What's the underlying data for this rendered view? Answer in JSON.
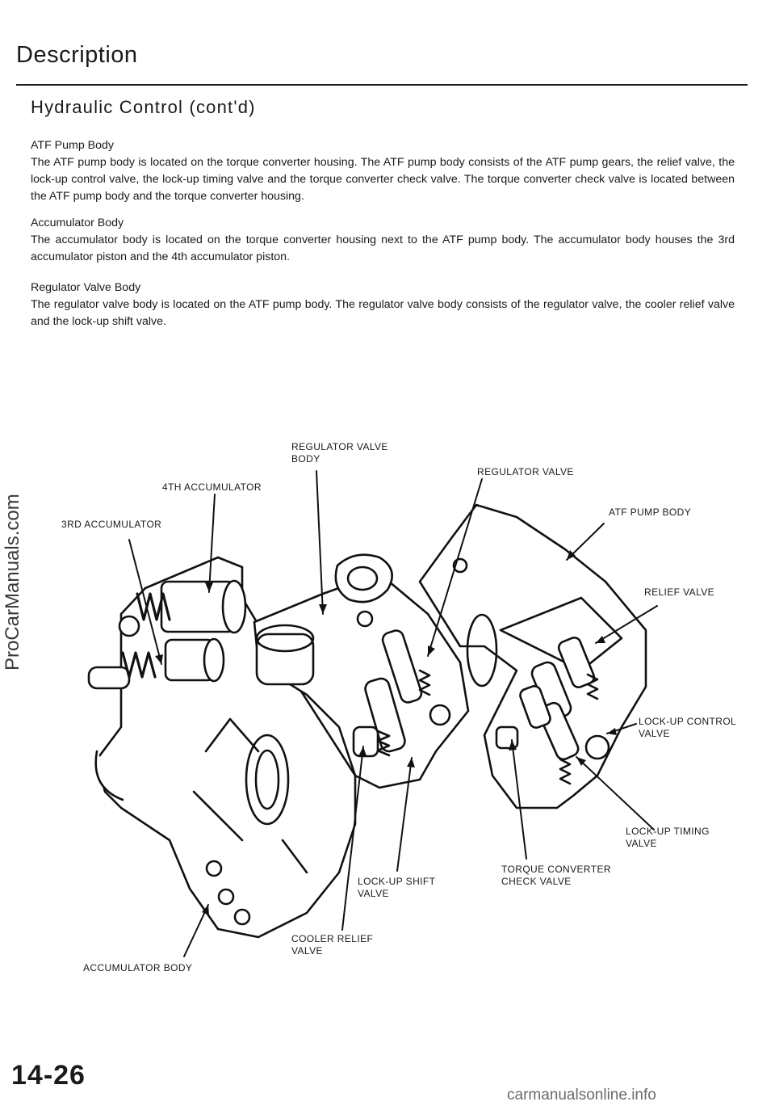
{
  "page": {
    "title": "Description",
    "section_title": "Hydraulic Control (cont'd)",
    "page_number": "14-26",
    "watermark": "ProCarManuals.com",
    "footer_mark": "carmanualsonline.info"
  },
  "sections": [
    {
      "heading": "ATF Pump Body",
      "body": "The ATF pump body is located on the torque converter housing. The ATF pump body consists of the ATF pump gears, the relief valve, the lock-up control valve, the lock-up timing valve and the torque converter check valve. The torque converter check valve is located between the ATF pump body and the torque converter housing."
    },
    {
      "heading": "Accumulator Body",
      "body": "The accumulator body is located on the torque converter housing next to the ATF pump body. The accumulator body houses the 3rd accumulator piston and the 4th accumulator piston."
    },
    {
      "heading": "Regulator Valve Body",
      "body": "The regulator valve body is located on the ATF pump body. The regulator valve body consists of the regulator valve, the cooler relief valve and the lock-up shift valve."
    }
  ],
  "diagram": {
    "labels": {
      "regulator_valve_body": "REGULATOR VALVE\nBODY",
      "regulator_valve": "REGULATOR VALVE",
      "fourth_accumulator": "4TH  ACCUMULATOR",
      "third_accumulator": "3RD  ACCUMULATOR",
      "atf_pump_body": "ATF  PUMP  BODY",
      "relief_valve": "RELIEF VALVE",
      "lockup_control_valve": "LOCK-UP  CONTROL\nVALVE",
      "lockup_timing_valve": "LOCK-UP TIMING\nVALVE",
      "torque_converter_check_valve": "TORQUE  CONVERTER\nCHECK VALVE",
      "lockup_shift_valve": "LOCK-UP  SHIFT\nVALVE",
      "cooler_relief_valve": "COOLER RELIEF\nVALVE",
      "accumulator_body": "ACCUMULATOR  BODY"
    }
  }
}
